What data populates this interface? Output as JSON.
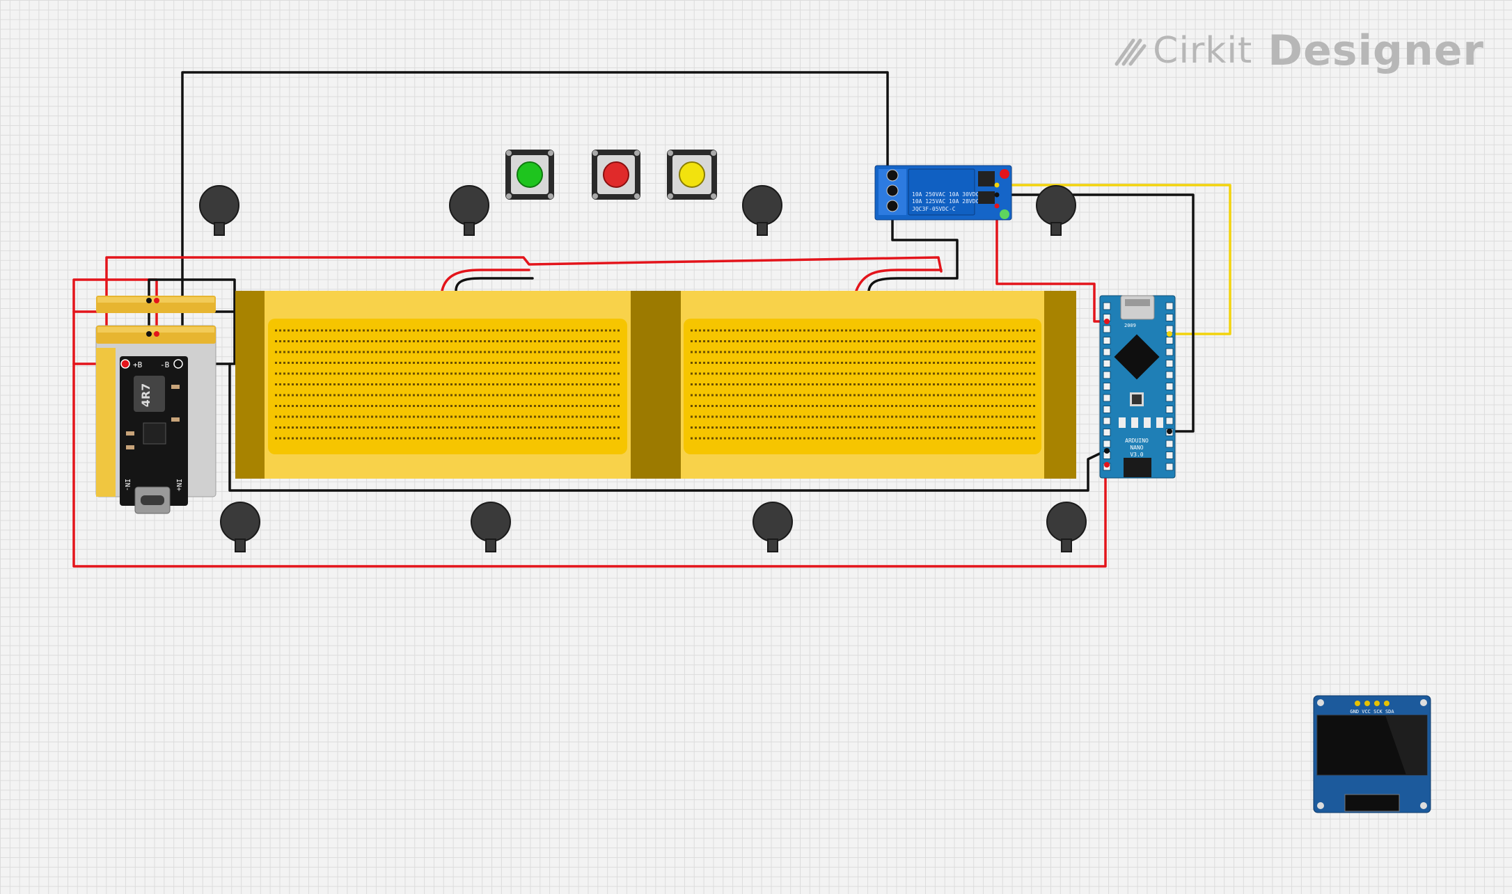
{
  "app": {
    "brand": "Cirkit",
    "product": "Designer"
  },
  "components": {
    "battery_markings": {
      "b_plus": "+B",
      "b_minus": "-B",
      "in_minus": "IN-",
      "in_plus": "IN+",
      "inductor": "4R7"
    },
    "relay_markings": {
      "line1": "10A 250VAC 10A 30VDC",
      "line2": "10A 125VAC 10A 28VDC",
      "line3": "JQC3F-05VDC-C"
    },
    "arduino_markings": {
      "model": "ARDUINO",
      "name": "NANO",
      "version": "V3.0",
      "year": "2009"
    },
    "oled_pins": "GND VCC SCK SDA"
  },
  "colors": {
    "wire_red": "#e3141b",
    "wire_black": "#111111",
    "wire_yellow": "#f2d30c",
    "breadboard_yellow": "#f7c600",
    "arduino_blue": "#1f7fb6",
    "relay_blue": "#1565c8",
    "grid_bg": "#f3f3f3"
  },
  "icons": {
    "logo": "cirkit-logo-icon",
    "buttons": [
      "green-pushbutton",
      "red-pushbutton",
      "yellow-pushbutton"
    ]
  }
}
